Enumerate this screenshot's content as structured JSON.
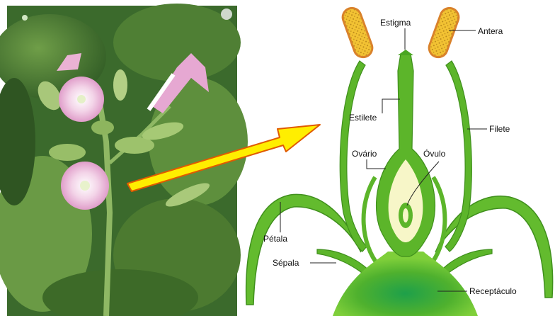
{
  "labels": {
    "estigma": "Estigma",
    "antera": "Antera",
    "estilete": "Estilete",
    "filete": "Filete",
    "ovario": "Ovário",
    "ovulo": "Óvulo",
    "petala": "Pétala",
    "sepala": "Sépala",
    "receptaculo": "Receptáculo"
  },
  "colors": {
    "stem_green": "#5cb52a",
    "stem_dark": "#3f8f1c",
    "anther_yellow": "#f2c233",
    "anther_outline": "#d9822b",
    "ovary_fill": "#f7f6c8",
    "arrow_yellow": "#ffee00",
    "arrow_outline": "#e05a00",
    "photo_bg": "#3e6a2e",
    "flower_pink": "#e8a6cf"
  },
  "icons": {
    "photo": "tobacco-flower-photo",
    "arrow": "yellow-arrow-icon"
  }
}
